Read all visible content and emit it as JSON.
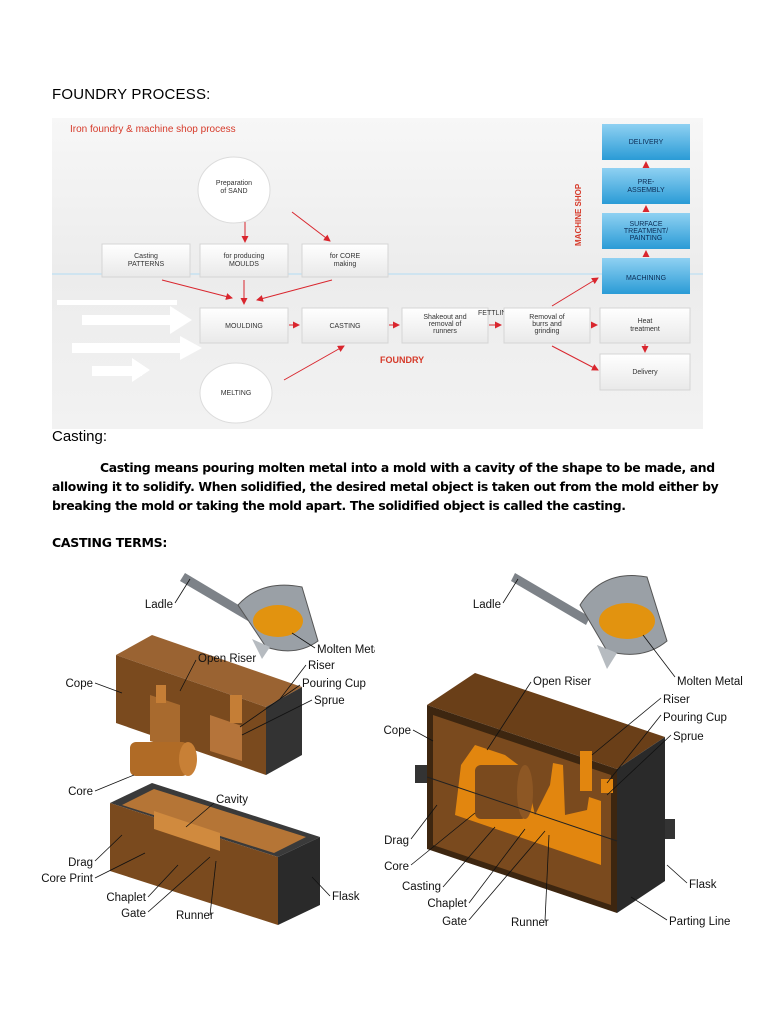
{
  "heading_foundry": "FOUNDRY PROCESS:",
  "flow": {
    "title": "Iron foundry & machine shop process",
    "sand": [
      "Preparation",
      "of SAND"
    ],
    "patterns": [
      "Casting",
      "PATTERNS"
    ],
    "moulds": [
      "for producing",
      "MOULDS"
    ],
    "core_making": [
      "for CORE",
      "making"
    ],
    "moulding": "MOULDING",
    "casting": "CASTING",
    "shakeout": [
      "Shakeout and",
      "removal of",
      "runners"
    ],
    "fettling": "FETTLING",
    "removal": [
      "Removal of",
      "burrs and",
      "grinding"
    ],
    "heat": [
      "Heat",
      "treatment"
    ],
    "delivery_foundry": "Delivery",
    "melting": "MELTING",
    "foundry": "FOUNDRY",
    "machine_shop": "MACHINE SHOP",
    "shop_delivery": "DELIVERY",
    "pre_assembly": [
      "PRE-",
      "ASSEMBLY"
    ],
    "surface": [
      "SURFACE",
      "TREATMENT/",
      "PAINTING"
    ],
    "machining": "MACHINING"
  },
  "heading_casting": "Casting:",
  "paragraph": "Casting means pouring molten metal into a mold with a cavity of the shape to be made, and allowing it to solidify. When solidified, the desired metal object is taken out from the mold either by breaking the mold or taking the mold apart. The solidified object is called the casting.",
  "heading_terms": "CASTING TERMS:",
  "left_labels": {
    "ladle": "Ladle",
    "molten": "Molten Metal",
    "open_riser": "Open Riser",
    "riser": "Riser",
    "pouring_cup": "Pouring Cup",
    "sprue": "Sprue",
    "cope": "Cope",
    "core": "Core",
    "cavity": "Cavity",
    "drag": "Drag",
    "core_print": "Core Print",
    "chaplet": "Chaplet",
    "gate": "Gate",
    "runner": "Runner",
    "flask": "Flask"
  },
  "right_labels": {
    "ladle": "Ladle",
    "molten": "Molten Metal",
    "open_riser": "Open Riser",
    "riser": "Riser",
    "pouring_cup": "Pouring Cup",
    "sprue": "Sprue",
    "cope": "Cope",
    "drag": "Drag",
    "core": "Core",
    "casting": "Casting",
    "chaplet": "Chaplet",
    "gate": "Gate",
    "runner": "Runner",
    "flask": "Flask",
    "parting_line": "Parting Line"
  },
  "colors": {
    "arrow": "#d9262e",
    "title_red": "#d63a2a",
    "blue_box": "#3aa8df",
    "mold_brown": "#7a4a1e",
    "molten": "#e08a10",
    "flask": "#2e2e2e"
  }
}
